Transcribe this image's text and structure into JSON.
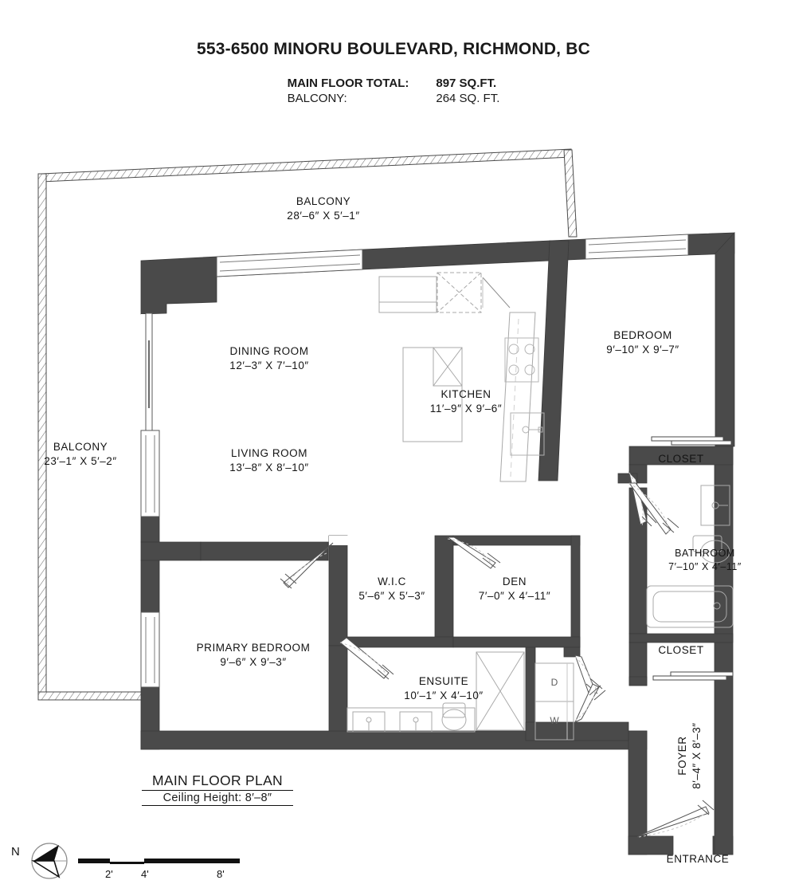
{
  "header": {
    "title": "553-6500 MINORU BOULEVARD, RICHMOND, BC",
    "summary_rows": [
      {
        "label": "MAIN FLOOR TOTAL:",
        "value": "897 SQ.FT.",
        "bold": true
      },
      {
        "label": "BALCONY:",
        "value": "264 SQ. FT.",
        "bold": false
      }
    ]
  },
  "rooms": [
    {
      "key": "balcony_top",
      "name": "BALCONY",
      "dim": "28′–6″ X 5′–1″"
    },
    {
      "key": "balcony_left",
      "name": "BALCONY",
      "dim": "23′–1″ X 5′–2″"
    },
    {
      "key": "dining_room",
      "name": "DINING ROOM",
      "dim": "12′–3″ X 7′–10″"
    },
    {
      "key": "living_room",
      "name": "LIVING ROOM",
      "dim": "13′–8″ X 8′–10″"
    },
    {
      "key": "kitchen",
      "name": "KITCHEN",
      "dim": "11′–9″ X 9′–6″"
    },
    {
      "key": "bedroom",
      "name": "BEDROOM",
      "dim": "9′–10″ X 9′–7″"
    },
    {
      "key": "bathroom",
      "name": "BATHROOM",
      "dim": "7′–10″ X 4′–11″"
    },
    {
      "key": "wic",
      "name": "W.I.C",
      "dim": "5′–6″ X 5′–3″"
    },
    {
      "key": "den",
      "name": "DEN",
      "dim": "7′–0″ X 4′–11″"
    },
    {
      "key": "primary_bedroom",
      "name": "PRIMARY BEDROOM",
      "dim": "9′–6″ X 9′–3″"
    },
    {
      "key": "ensuite",
      "name": "ENSUITE",
      "dim": "10′–1″ X 4′–10″"
    },
    {
      "key": "foyer",
      "name": "FOYER",
      "dim": "8′–4″ X 8′–3″"
    }
  ],
  "plain_labels": {
    "closet_upper": "CLOSET",
    "closet_lower": "CLOSET",
    "entrance": "ENTRANCE"
  },
  "appliances": {
    "dryer": "D",
    "washer": "W"
  },
  "footer": {
    "plan_name": "MAIN FLOOR PLAN",
    "ceiling_height": "Ceiling Height: 8′–8″"
  },
  "scale": {
    "north_letter": "N",
    "ticks": [
      "2'",
      "4'",
      "8'"
    ]
  },
  "colors": {
    "wall": "#4a4a4a",
    "wall_edge": "#2d2d2d",
    "fixture_line": "#9a9a9a",
    "text": "#141414",
    "background": "#ffffff"
  }
}
